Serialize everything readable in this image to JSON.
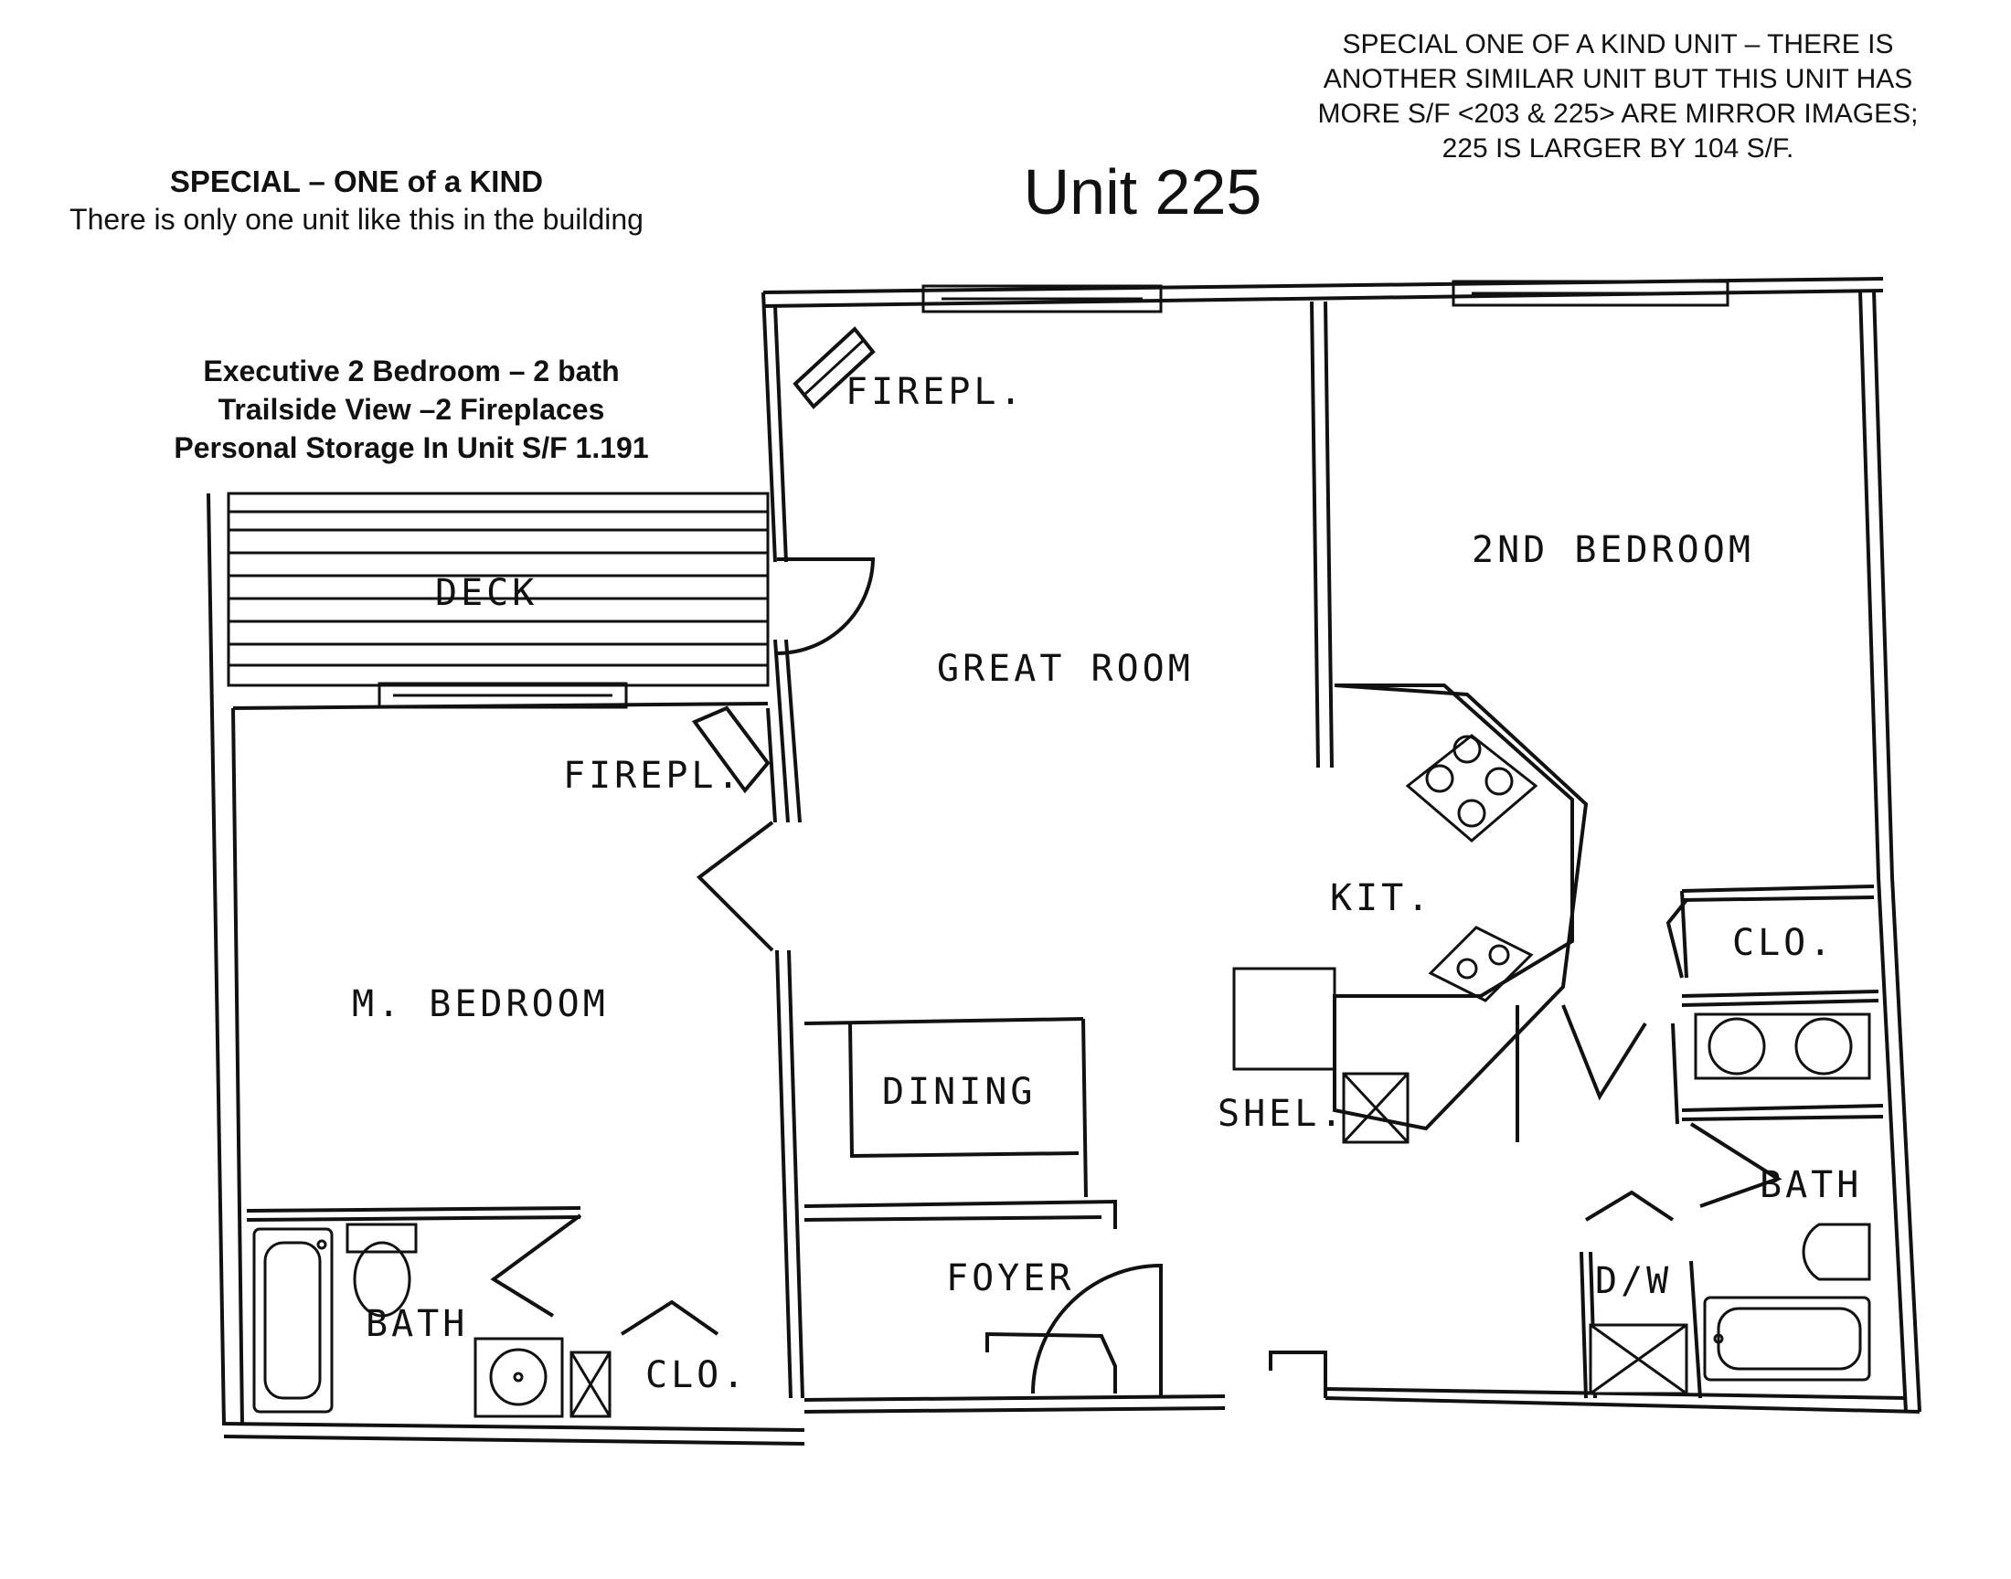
{
  "left_title": {
    "line1": "SPECIAL – ONE of a KIND",
    "line2": "There is only one unit like this in the building"
  },
  "features": [
    "Executive 2 Bedroom – 2 bath",
    "Trailside View –2 Fireplaces",
    "Personal Storage In Unit S/F 1.191"
  ],
  "unit_title": "Unit 225",
  "special_note": [
    "SPECIAL ONE OF A KIND UNIT – THERE IS",
    "ANOTHER SIMILAR UNIT BUT THIS UNIT HAS",
    "MORE S/F <203 & 225> ARE MIRROR IMAGES;",
    "225 IS LARGER BY 104 S/F."
  ],
  "rooms": {
    "firepl_1": "FIREPL.",
    "firepl_2": "FIREPL.",
    "deck": "DECK",
    "great_room": "GREAT ROOM",
    "second_bedroom": "2ND BEDROOM",
    "kit": "KIT.",
    "m_bedroom": "M. BEDROOM",
    "dining": "DINING",
    "shel": "SHEL.",
    "clo_1": "CLO.",
    "clo_2": "CLO.",
    "bath_1": "BATH",
    "bath_2": "BATH",
    "foyer": "FOYER",
    "dw": "D/W"
  }
}
